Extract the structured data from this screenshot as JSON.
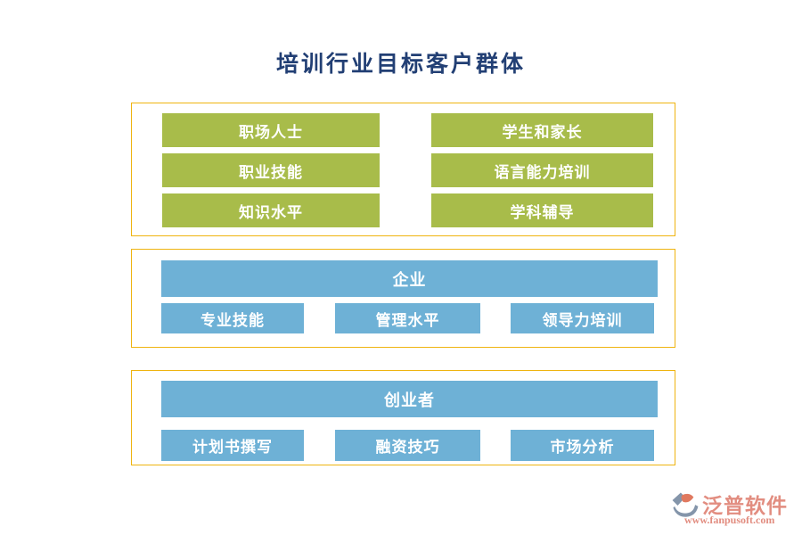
{
  "title": "培训行业目标客户群体",
  "colors": {
    "title_navy": "#223f74",
    "button_green": "#a8bc4a",
    "button_blue": "#6eb1d6",
    "panel_border_gold": "#efb410",
    "logo_salmon": "#e28d80",
    "logo_slate": "#8495aa",
    "logo_orange": "#e0795f"
  },
  "sections": [
    {
      "name": "individual-group",
      "columns": [
        {
          "items": [
            "职场人士",
            "职业技能",
            "知识水平"
          ]
        },
        {
          "items": [
            "学生和家长",
            "语言能力培训",
            "学科辅导"
          ]
        }
      ]
    },
    {
      "name": "enterprise-group",
      "header": "企业",
      "items": [
        "专业技能",
        "管理水平",
        "领导力培训"
      ]
    },
    {
      "name": "entrepreneur-group",
      "header": "创业者",
      "items": [
        "计划书撰写",
        "融资技巧",
        "市场分析"
      ]
    }
  ],
  "footer": {
    "logo_icon": "fanpu-logo-icon",
    "logo_text": "泛普软件",
    "logo_url": "www.fanpusoft.com"
  }
}
